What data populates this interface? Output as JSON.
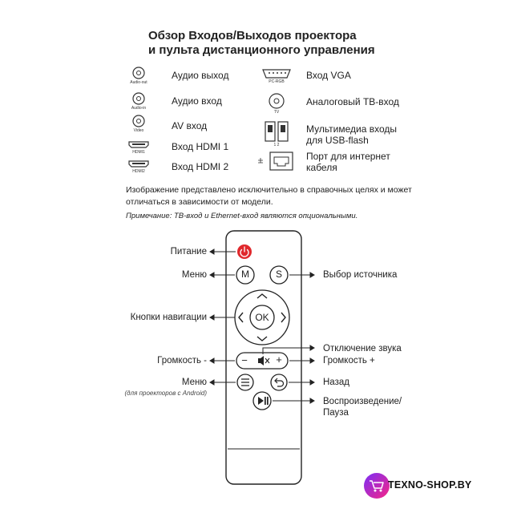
{
  "title": {
    "line1": "Обзор Входов/Выходов проектора",
    "line2": "и пульта дистанционного управления"
  },
  "ports_left": [
    {
      "icon": "audio-jack-icon",
      "tiny": "Audio-out",
      "label": "Аудио выход"
    },
    {
      "icon": "audio-jack-icon",
      "tiny": "Audio-in",
      "label": "Аудио вход"
    },
    {
      "icon": "video-jack-icon",
      "tiny": "Video",
      "label": "AV вход"
    },
    {
      "icon": "hdmi-port-icon",
      "tiny": "HDMI1",
      "label": "Вход HDMI 1"
    },
    {
      "icon": "hdmi-port-icon",
      "tiny": "HDMI2",
      "label": "Вход HDMI 2"
    }
  ],
  "ports_right": [
    {
      "icon": "vga-port-icon",
      "tiny": "PC-RGB",
      "label1": "Вход VGA",
      "label2": ""
    },
    {
      "icon": "tv-antenna-port-icon",
      "tiny": "TV",
      "label1": "Аналоговый ТВ-вход",
      "label2": ""
    },
    {
      "icon": "usb-port-icon",
      "tiny": "1        2",
      "label1": "Мультимедиа входы",
      "label2": "для USB-flash"
    },
    {
      "icon": "ethernet-port-icon",
      "tiny": "",
      "label1": "Порт для интернет",
      "label2": "кабеля"
    }
  ],
  "note": {
    "line1": "Изображение представлено исключительно в справочных целях и может",
    "line2": "отличаться в зависимости от модели.",
    "remark": "Примечание: ТВ-вход и Ethernet-вход являются опциональными."
  },
  "remote": {
    "btn_m": "M",
    "btn_s": "S",
    "btn_ok": "OK",
    "btn_minus": "−",
    "btn_plus": "+"
  },
  "callouts_left": {
    "power": "Питание",
    "menu": "Меню",
    "nav": "Кнопки навигации",
    "vol_down": "Громкость -",
    "menu2": "Меню",
    "menu2_sub": "(для проекторов с Android)"
  },
  "callouts_right": {
    "source": "Выбор источника",
    "mute": "Отключение звука",
    "vol_up": "Громкость +",
    "back": "Назад",
    "play1": "Воспроизведение/",
    "play2": "Пауза"
  },
  "brand": "TEXNO-SHOP.BY",
  "colors": {
    "power": "#e0282c",
    "brand_grad_a": "#7b2ff7",
    "brand_grad_b": "#f72585"
  }
}
